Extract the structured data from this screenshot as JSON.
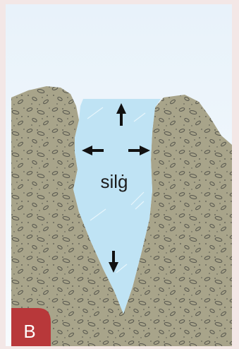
{
  "diagram": {
    "label": "silġ",
    "badge": "B",
    "colors": {
      "frame": "#f3e7e6",
      "sky_top": "#e8f2fa",
      "sky_bottom": "#f7fbfe",
      "rock": "#a8a48a",
      "rock_line": "#55554c",
      "ice": "#bfe3f4",
      "ice_edge": "#e8f6fc",
      "arrow": "#111111",
      "badge": "#b8383a"
    },
    "arrows": [
      {
        "direction": "up",
        "icon": "up-arrow-icon"
      },
      {
        "direction": "left",
        "icon": "left-arrow-icon"
      },
      {
        "direction": "right",
        "icon": "right-arrow-icon"
      },
      {
        "direction": "down",
        "icon": "down-arrow-icon"
      }
    ]
  }
}
